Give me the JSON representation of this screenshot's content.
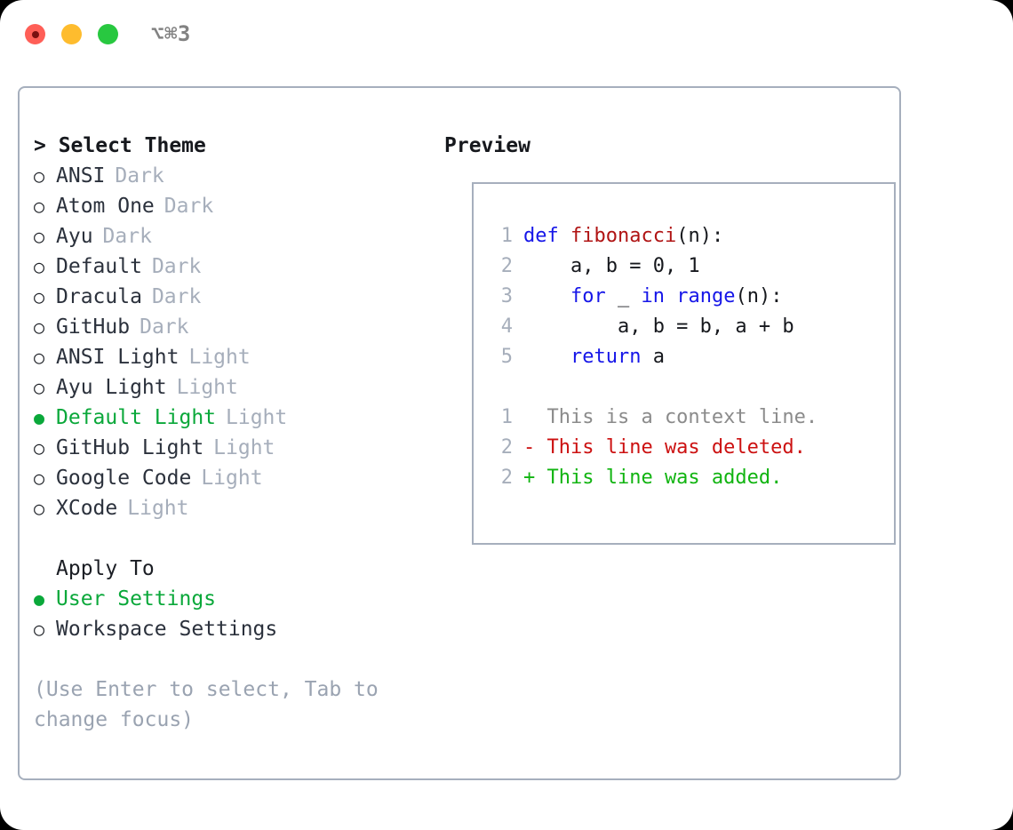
{
  "window": {
    "title": "⌥⌘3",
    "traffic_lights": [
      {
        "name": "close",
        "color": "#ff5f57"
      },
      {
        "name": "minimize",
        "color": "#febc2e"
      },
      {
        "name": "maximize",
        "color": "#28c840"
      }
    ]
  },
  "theme_picker": {
    "header": "> Select Theme",
    "options": [
      {
        "marker": "○",
        "label": "ANSI",
        "meta": "Dark",
        "selected": false
      },
      {
        "marker": "○",
        "label": "Atom One",
        "meta": "Dark",
        "selected": false
      },
      {
        "marker": "○",
        "label": "Ayu",
        "meta": "Dark",
        "selected": false
      },
      {
        "marker": "○",
        "label": "Default",
        "meta": "Dark",
        "selected": false
      },
      {
        "marker": "○",
        "label": "Dracula",
        "meta": "Dark",
        "selected": false
      },
      {
        "marker": "○",
        "label": "GitHub",
        "meta": "Dark",
        "selected": false
      },
      {
        "marker": "○",
        "label": "ANSI Light",
        "meta": "Light",
        "selected": false
      },
      {
        "marker": "○",
        "label": "Ayu Light",
        "meta": "Light",
        "selected": false
      },
      {
        "marker": "●",
        "label": "Default Light",
        "meta": "Light",
        "selected": true
      },
      {
        "marker": "○",
        "label": "GitHub Light",
        "meta": "Light",
        "selected": false
      },
      {
        "marker": "○",
        "label": "Google Code",
        "meta": "Light",
        "selected": false
      },
      {
        "marker": "○",
        "label": "XCode",
        "meta": "Light",
        "selected": false
      }
    ]
  },
  "apply_to": {
    "header": "Apply To",
    "options": [
      {
        "marker": "●",
        "label": "User Settings",
        "selected": true
      },
      {
        "marker": "○",
        "label": "Workspace Settings",
        "selected": false
      }
    ]
  },
  "hint": "(Use Enter to select, Tab to change focus)",
  "preview": {
    "header": "Preview",
    "code_lines": [
      {
        "no": "1",
        "tokens": [
          {
            "t": "def ",
            "c": "kw"
          },
          {
            "t": "fibonacci",
            "c": "fn"
          },
          {
            "t": "(n):",
            "c": "pl"
          }
        ]
      },
      {
        "no": "2",
        "tokens": [
          {
            "t": "    a, b = 0, 1",
            "c": "pl"
          }
        ]
      },
      {
        "no": "3",
        "tokens": [
          {
            "t": "    ",
            "c": "pl"
          },
          {
            "t": "for",
            "c": "kw"
          },
          {
            "t": " _ ",
            "c": "pl"
          },
          {
            "t": "in",
            "c": "kw"
          },
          {
            "t": " ",
            "c": "pl"
          },
          {
            "t": "range",
            "c": "kw"
          },
          {
            "t": "(n):",
            "c": "pl"
          }
        ]
      },
      {
        "no": "4",
        "tokens": [
          {
            "t": "        a, b = b, a + b",
            "c": "pl"
          }
        ]
      },
      {
        "no": "5",
        "tokens": [
          {
            "t": "    ",
            "c": "pl"
          },
          {
            "t": "return",
            "c": "kw"
          },
          {
            "t": " a",
            "c": "pl"
          }
        ]
      }
    ],
    "diff_lines": [
      {
        "no": "1",
        "sign": " ",
        "text": " This is a context line.",
        "kind": "ctx"
      },
      {
        "no": "2",
        "sign": "-",
        "text": " This line was deleted.",
        "kind": "del"
      },
      {
        "no": "2",
        "sign": "+",
        "text": " This line was added.",
        "kind": "add"
      }
    ]
  },
  "colors": {
    "accent_green": "#0aa83a",
    "muted_gray": "#a6aebb",
    "border": "#a6afbd",
    "keyword_blue": "#1616e8",
    "function_red": "#b01414",
    "diff_added": "#11b411",
    "diff_deleted": "#cc1111"
  }
}
